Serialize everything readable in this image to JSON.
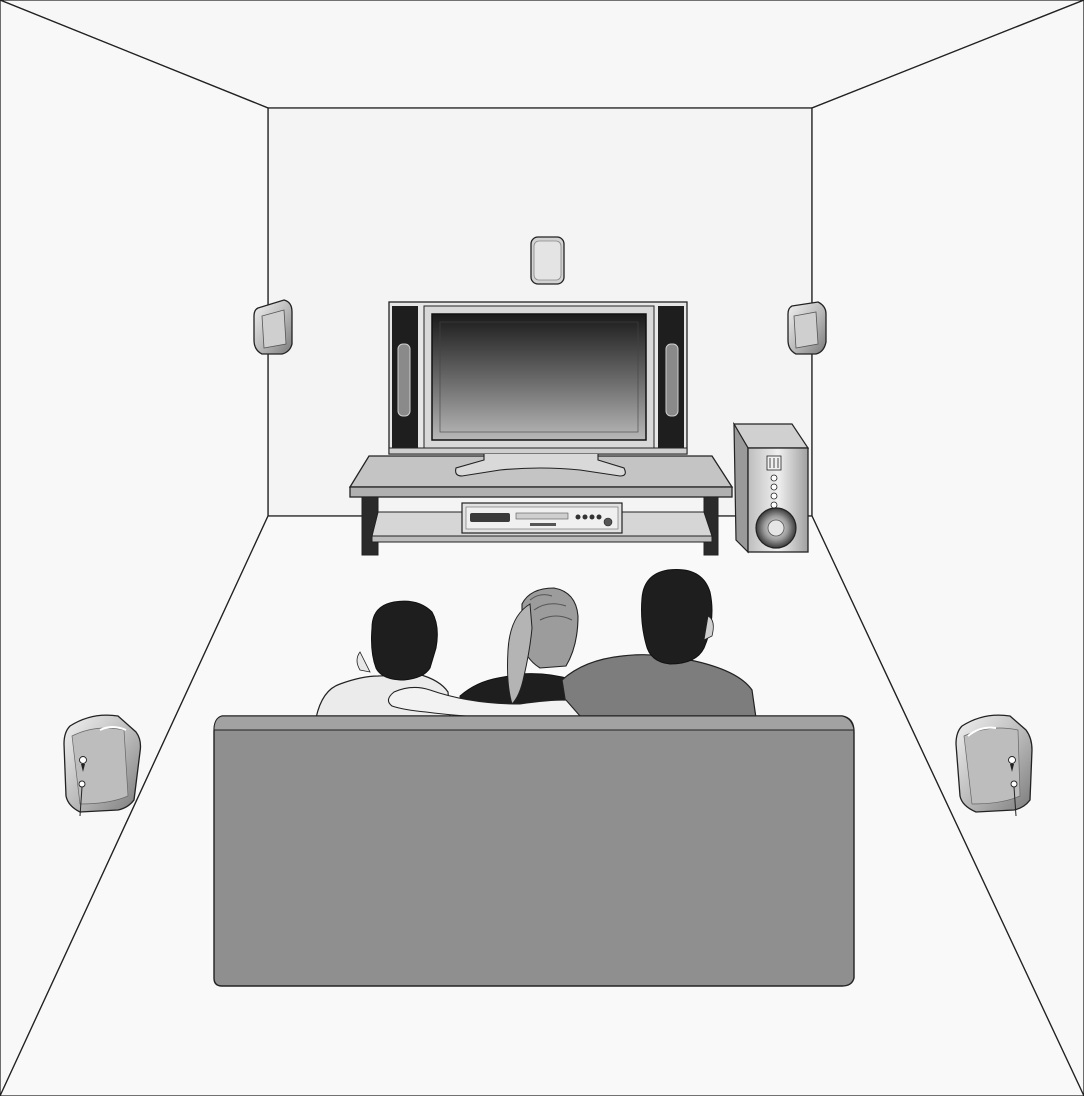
{
  "illustration": {
    "colors": {
      "background": "#ffffff",
      "room_surface": "#f7f7f7",
      "line": "#222222",
      "sofa": "#8f8f8f",
      "sofa_dark": "#7a7a7a",
      "furniture_gray": "#c9c9c9",
      "speaker_light": "#d9d9d9",
      "hair": "#1e1e1e",
      "shirt_dark": "#7d7d7d",
      "shirt_light": "#ebebeb"
    },
    "speakers": {
      "front_center": "center-speaker",
      "front_left": "front-left-speaker",
      "front_right": "front-right-speaker",
      "surround_left": "surround-left-speaker",
      "surround_right": "surround-right-speaker",
      "subwoofer": "subwoofer"
    }
  }
}
